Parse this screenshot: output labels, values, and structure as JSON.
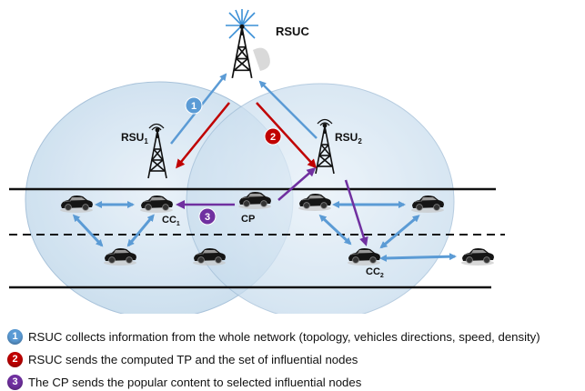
{
  "labels": {
    "rsuc": "RSUC",
    "rsu1": "RSU",
    "rsu1_sub": "1",
    "rsu2": "RSU",
    "rsu2_sub": "2",
    "cc1": "CC",
    "cc1_sub": "1",
    "cc2": "CC",
    "cc2_sub": "2",
    "cp": "CP"
  },
  "step_badges": [
    {
      "num": "1",
      "color": "#5b9bd5"
    },
    {
      "num": "2",
      "color": "#c00000"
    },
    {
      "num": "3",
      "color": "#7030a0"
    }
  ],
  "legend": [
    {
      "num": "1",
      "color": "#5b9bd5",
      "text": "RSUC collects information from the whole network (topology, vehicles directions, speed, density)"
    },
    {
      "num": "2",
      "color": "#c00000",
      "text": "RSUC sends the computed TP and the set of influential nodes"
    },
    {
      "num": "3",
      "color": "#7030a0",
      "text": "The CP sends the popular content to selected influential nodes"
    }
  ],
  "colors": {
    "collect_arrow": "#5b9bd5",
    "send_arrow": "#c00000",
    "content_arrow": "#7030a0",
    "link_arrow": "#5b9bd5",
    "coverage_fill": "#d6e6f3"
  }
}
